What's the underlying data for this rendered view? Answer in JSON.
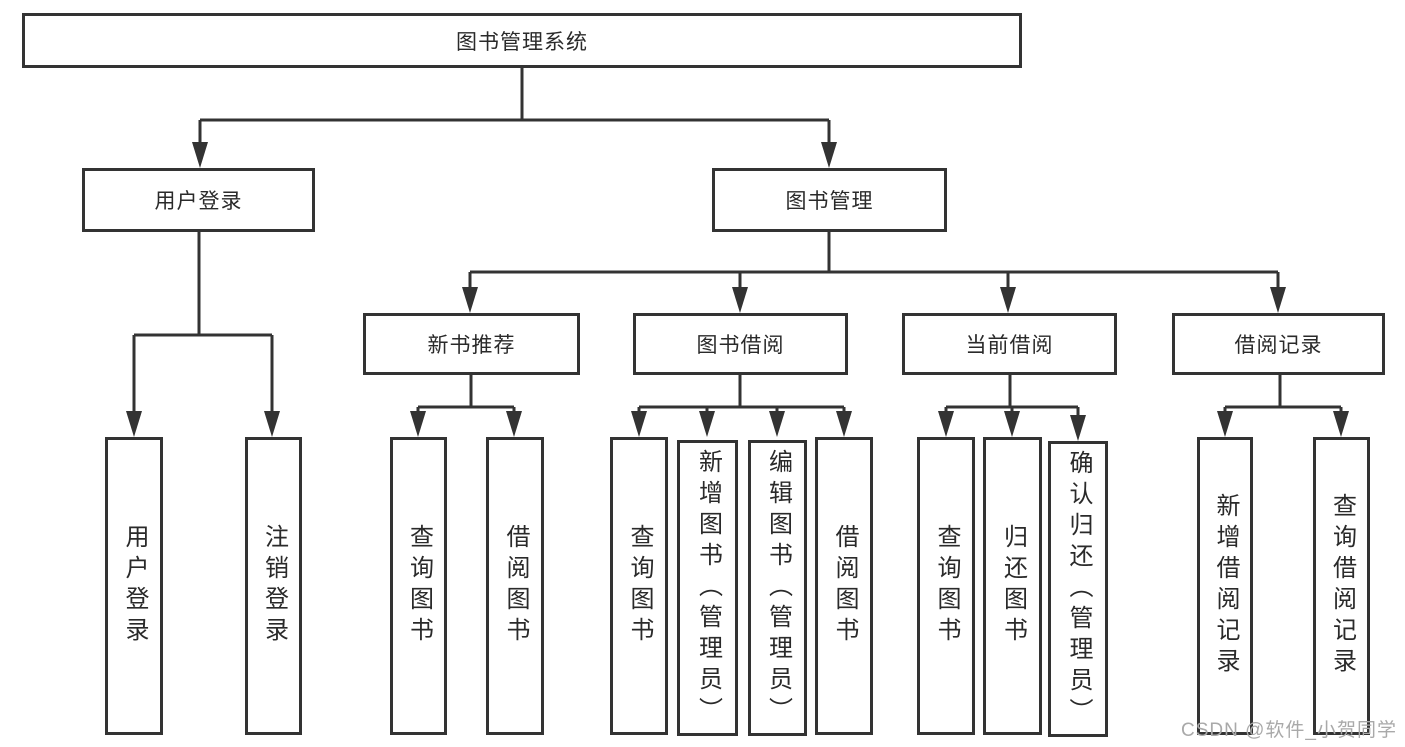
{
  "diagram": {
    "root": {
      "label": "图书管理系统"
    },
    "level2": [
      {
        "label": "用户登录",
        "children": [
          "用户登录",
          "注销登录"
        ]
      },
      {
        "label": "图书管理"
      }
    ],
    "level3": [
      {
        "label": "新书推荐",
        "children": [
          "查询图书",
          "借阅图书"
        ]
      },
      {
        "label": "图书借阅",
        "children": [
          "查询图书",
          "新增图书（管理员）",
          "编辑图书（管理员）",
          "借阅图书"
        ]
      },
      {
        "label": "当前借阅",
        "children": [
          "查询图书",
          "归还图书",
          "确认归还（管理员）"
        ]
      },
      {
        "label": "借阅记录",
        "children": [
          "新增借阅记录",
          "查询借阅记录"
        ]
      }
    ]
  },
  "watermark": {
    "text": "CSDN @软件_小贺同学"
  },
  "colors": {
    "line": "#333333",
    "text": "#2a2a2a",
    "watermark": "#a9a9a9",
    "background": "#ffffff"
  }
}
